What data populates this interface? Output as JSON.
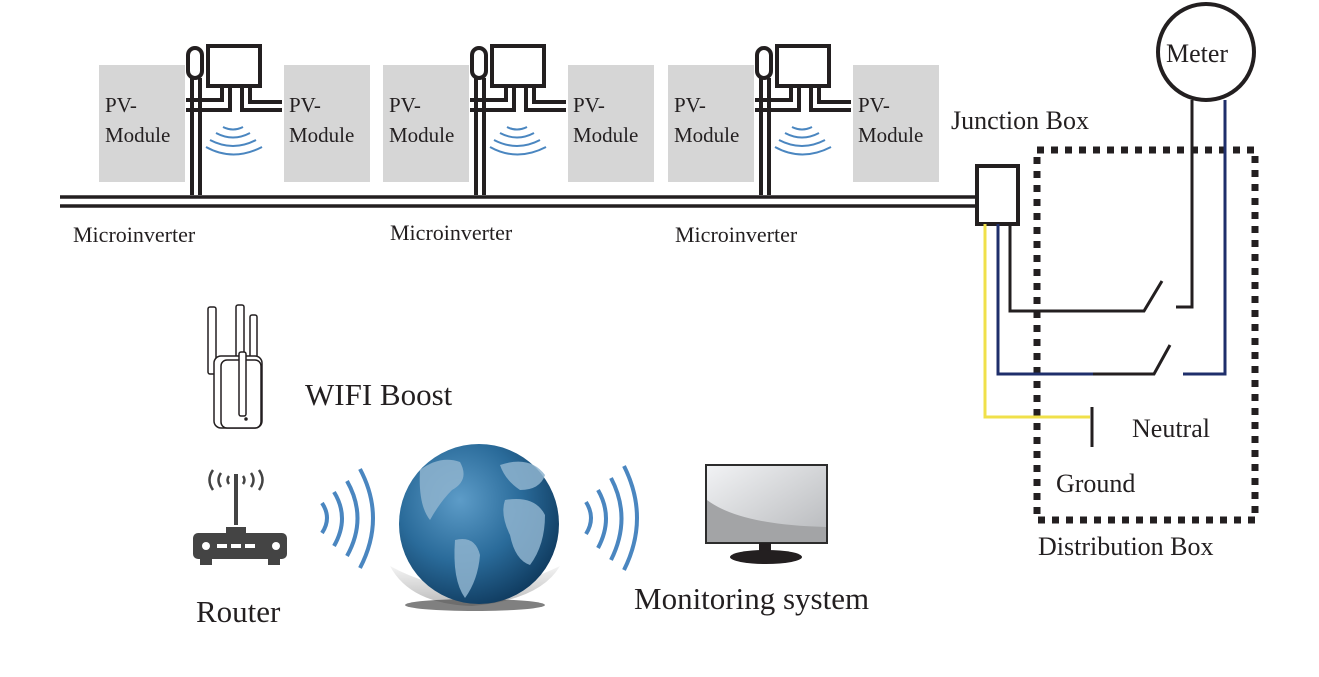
{
  "diagram": {
    "title": "Microinverter PV monitoring system wiring diagram",
    "pv_groups": [
      {
        "left_module": "PV-\nModule",
        "right_module": "PV-\nModule",
        "inverter_label": "Microinverter"
      },
      {
        "left_module": "PV-\nModule",
        "right_module": "PV-\nModule",
        "inverter_label": "Microinverter"
      },
      {
        "left_module": "PV-\nModule",
        "right_module": "PV-\nModule",
        "inverter_label": "Microinverter"
      }
    ],
    "pv_module_line1": "PV-",
    "pv_module_line2": "Module",
    "junction_box": "Junction Box",
    "meter": "Meter",
    "neutral": "Neutral",
    "ground": "Ground",
    "distribution_box": "Distribution Box",
    "wifi_boost": "WIFI Boost",
    "router": "Router",
    "monitoring_system": "Monitoring system",
    "colors": {
      "wire_black": "#231f20",
      "wire_blue": "#1f2f6b",
      "wire_yellow": "#f0e04a",
      "pv_module_fill": "#d6d6d6",
      "signal_blue": "#4a86c0",
      "globe_blue": "#1f5f8f"
    }
  }
}
